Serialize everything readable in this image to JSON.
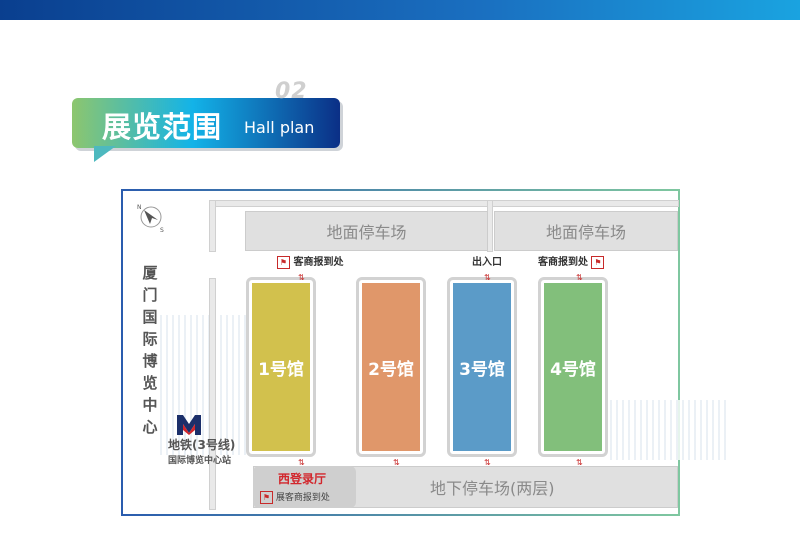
{
  "section": {
    "title_cn": "展览范围",
    "title_en": "Hall plan",
    "number": "02"
  },
  "map": {
    "venue_name": [
      "厦",
      "门",
      "国",
      "际",
      "博",
      "览",
      "中",
      "心"
    ],
    "compass": {
      "n": "N",
      "s": "S"
    },
    "parking_top_left": "地面停车场",
    "parking_top_right": "地面停车场",
    "parking_underground": "地下停车场(两层)",
    "halls": [
      {
        "label": "1号馆",
        "color": "#d2c14d"
      },
      {
        "label": "2号馆",
        "color": "#e0976a"
      },
      {
        "label": "3号馆",
        "color": "#5b9bc8"
      },
      {
        "label": "4号馆",
        "color": "#82bf7b"
      }
    ],
    "labels": {
      "reception_left": "客商报到处",
      "entrance": "出入口",
      "reception_right": "客商报到处"
    },
    "metro": {
      "line": "地铁(3号线)",
      "station": "国际博览中心站"
    },
    "west_hall": {
      "name": "西登录厅",
      "sub": "展客商报到处"
    },
    "arrow_glyph": "⇅"
  }
}
